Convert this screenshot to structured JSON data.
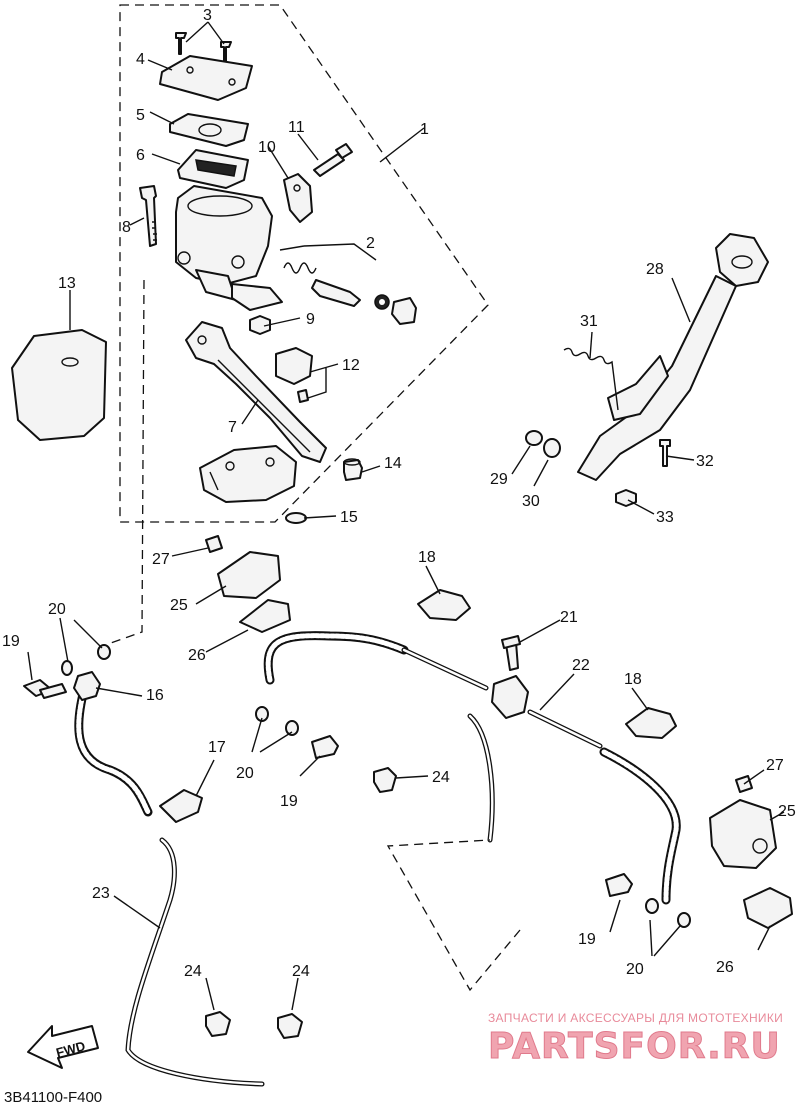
{
  "diagram": {
    "code": "3B41100-F400",
    "fwd_label": "FWD",
    "labels": [
      "1",
      "2",
      "3",
      "4",
      "5",
      "6",
      "7",
      "8",
      "9",
      "10",
      "11",
      "12",
      "13",
      "14",
      "15",
      "16",
      "17",
      "18",
      "18",
      "19",
      "19",
      "19",
      "20",
      "20",
      "20",
      "21",
      "22",
      "23",
      "24",
      "24",
      "24",
      "25",
      "25",
      "26",
      "26",
      "27",
      "27",
      "28",
      "29",
      "30",
      "31",
      "32",
      "33"
    ]
  },
  "watermark": {
    "tagline": "ЗАПЧАСТИ И АКСЕССУАРЫ ДЛЯ МОТОТЕХНИКИ",
    "brand": "PARTSFOR.RU"
  }
}
